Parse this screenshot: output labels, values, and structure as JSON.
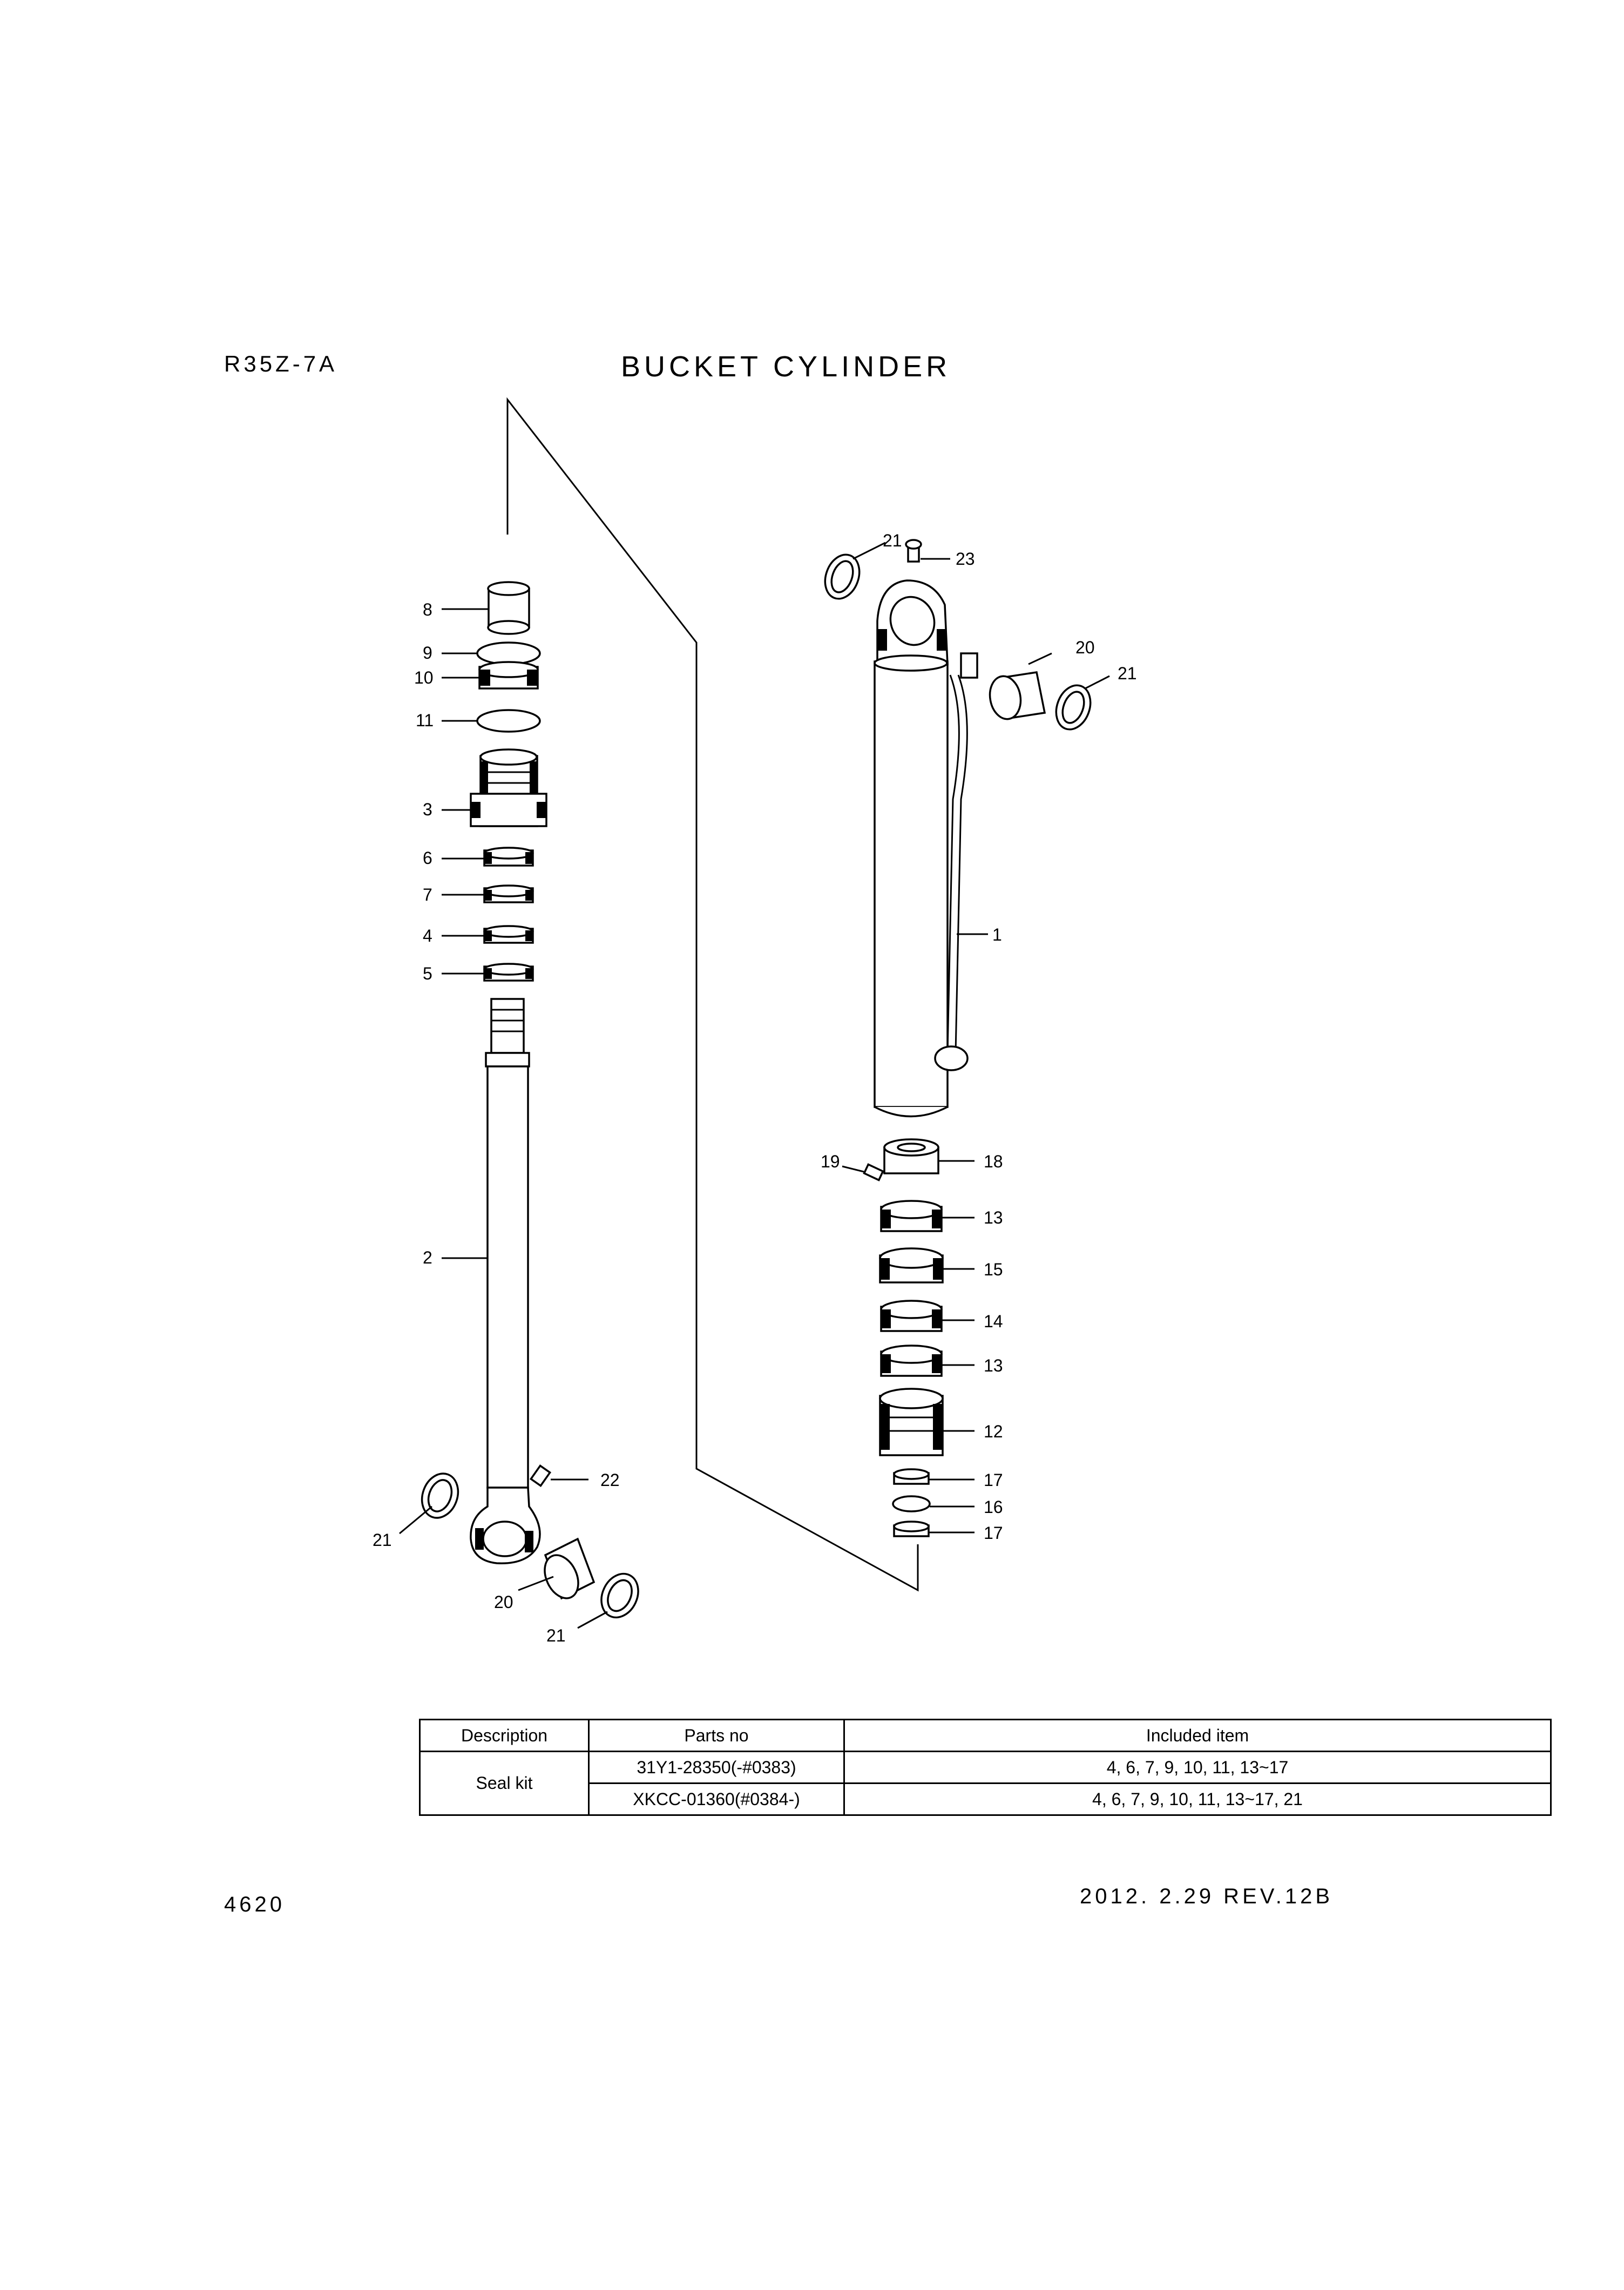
{
  "header": {
    "model": "R35Z-7A",
    "title": "BUCKET CYLINDER"
  },
  "callouts": {
    "p1": "1",
    "p2": "2",
    "p3": "3",
    "p4": "4",
    "p5": "5",
    "p6": "6",
    "p7": "7",
    "p8": "8",
    "p9": "9",
    "p10": "10",
    "p11": "11",
    "p12": "12",
    "p13a": "13",
    "p13b": "13",
    "p14": "14",
    "p15": "15",
    "p16": "16",
    "p17a": "17",
    "p17b": "17",
    "p18": "18",
    "p19": "19",
    "p20a": "20",
    "p20b": "20",
    "p21a": "21",
    "p21b": "21",
    "p21c": "21",
    "p21d": "21",
    "p22": "22",
    "p23": "23"
  },
  "table": {
    "headers": [
      "Description",
      "Parts no",
      "Included item"
    ],
    "description": "Seal kit",
    "rows": [
      {
        "parts_no": "31Y1-28350(-#0383)",
        "included": "4, 6, 7, 9, 10, 11, 13~17"
      },
      {
        "parts_no": "XKCC-01360(#0384-)",
        "included": "4, 6, 7, 9, 10, 11, 13~17, 21"
      }
    ]
  },
  "footer": {
    "page": "4620",
    "revision": "2012. 2.29  REV.12B"
  }
}
